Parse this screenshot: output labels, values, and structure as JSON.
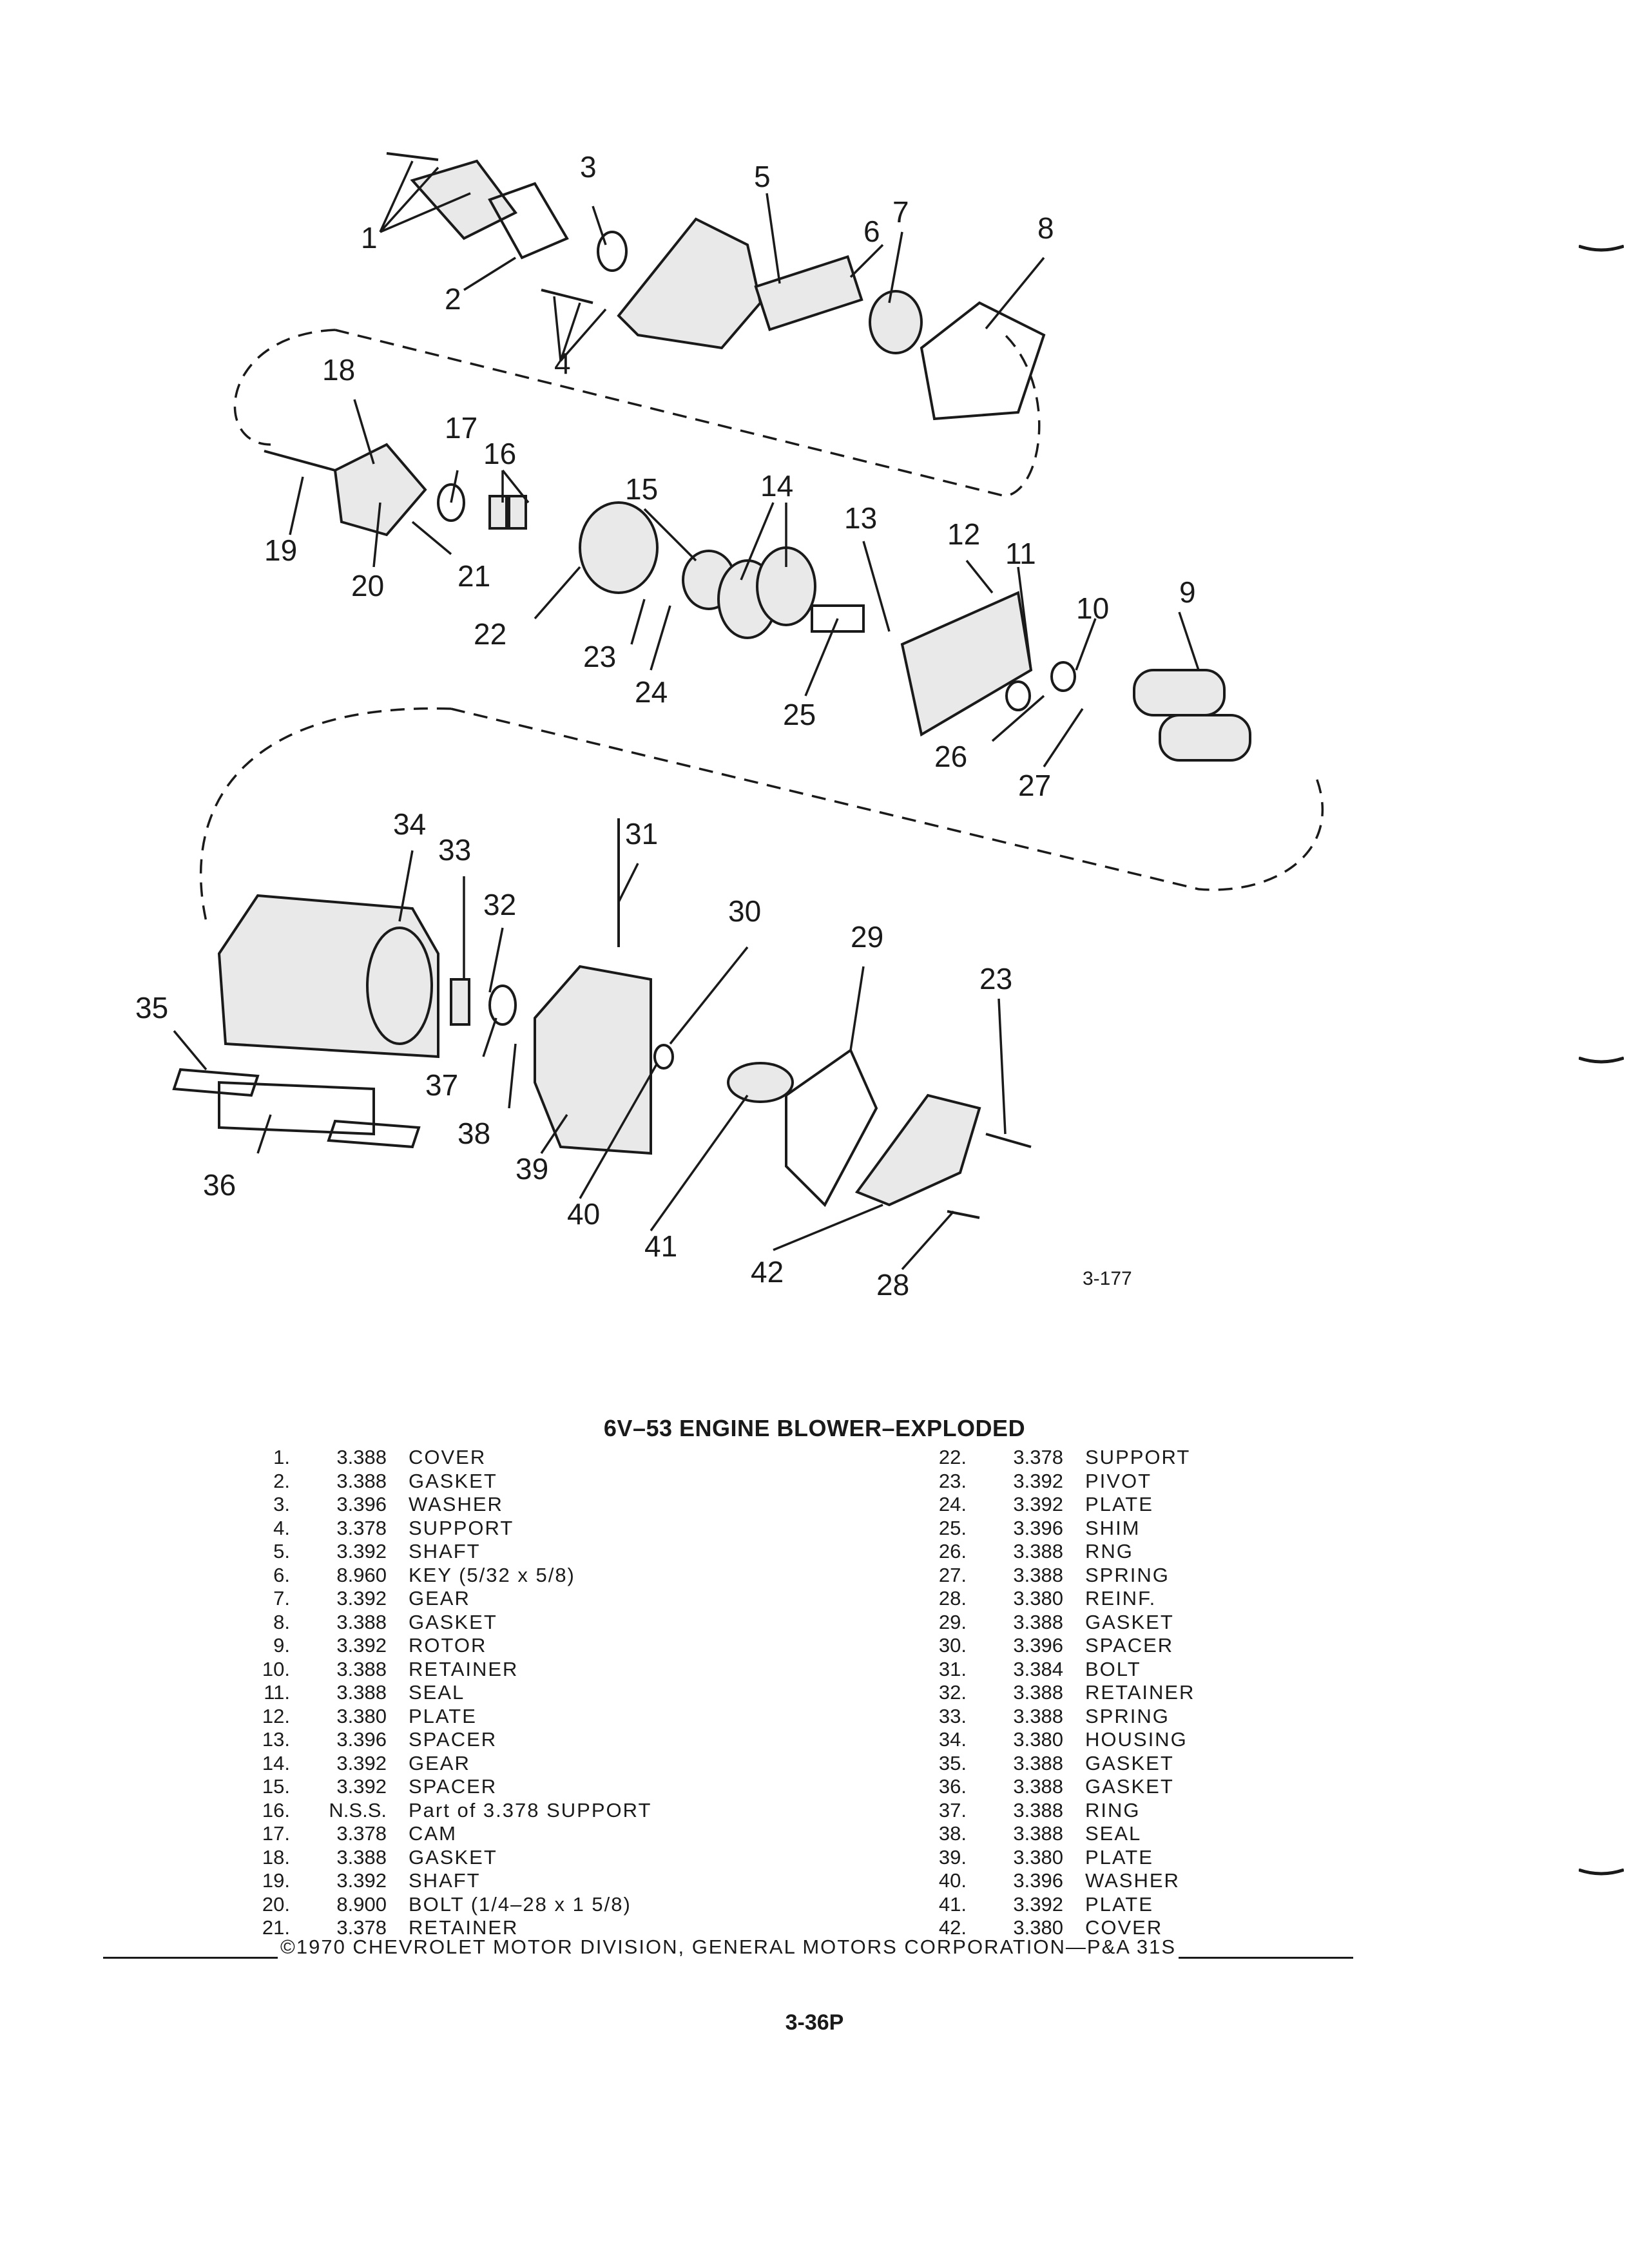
{
  "figure": {
    "reference": "3-177",
    "callouts": [
      "1",
      "2",
      "3",
      "4",
      "5",
      "6",
      "7",
      "8",
      "9",
      "10",
      "11",
      "12",
      "13",
      "14",
      "15",
      "16",
      "17",
      "18",
      "19",
      "20",
      "21",
      "22",
      "23",
      "24",
      "25",
      "26",
      "27",
      "28",
      "29",
      "30",
      "31",
      "32",
      "33",
      "34",
      "35",
      "36",
      "37",
      "38",
      "39",
      "40",
      "41",
      "42",
      "23"
    ]
  },
  "title": "6V–53 ENGINE BLOWER–EXPLODED",
  "parts_left": [
    {
      "num": "1.",
      "ref": "3.388",
      "desc": "COVER"
    },
    {
      "num": "2.",
      "ref": "3.388",
      "desc": "GASKET"
    },
    {
      "num": "3.",
      "ref": "3.396",
      "desc": "WASHER"
    },
    {
      "num": "4.",
      "ref": "3.378",
      "desc": "SUPPORT"
    },
    {
      "num": "5.",
      "ref": "3.392",
      "desc": "SHAFT"
    },
    {
      "num": "6.",
      "ref": "8.960",
      "desc": "KEY (5/32 x 5/8)"
    },
    {
      "num": "7.",
      "ref": "3.392",
      "desc": "GEAR"
    },
    {
      "num": "8.",
      "ref": "3.388",
      "desc": "GASKET"
    },
    {
      "num": "9.",
      "ref": "3.392",
      "desc": "ROTOR"
    },
    {
      "num": "10.",
      "ref": "3.388",
      "desc": "RETAINER"
    },
    {
      "num": "11.",
      "ref": "3.388",
      "desc": "SEAL"
    },
    {
      "num": "12.",
      "ref": "3.380",
      "desc": "PLATE"
    },
    {
      "num": "13.",
      "ref": "3.396",
      "desc": "SPACER"
    },
    {
      "num": "14.",
      "ref": "3.392",
      "desc": "GEAR"
    },
    {
      "num": "15.",
      "ref": "3.392",
      "desc": "SPACER"
    },
    {
      "num": "16.",
      "ref": "N.S.S.",
      "desc": "Part of 3.378 SUPPORT"
    },
    {
      "num": "17.",
      "ref": "3.378",
      "desc": "CAM"
    },
    {
      "num": "18.",
      "ref": "3.388",
      "desc": "GASKET"
    },
    {
      "num": "19.",
      "ref": "3.392",
      "desc": "SHAFT"
    },
    {
      "num": "20.",
      "ref": "8.900",
      "desc": "BOLT (1/4–28 x 1 5/8)"
    },
    {
      "num": "21.",
      "ref": "3.378",
      "desc": "RETAINER"
    }
  ],
  "parts_right": [
    {
      "num": "22.",
      "ref": "3.378",
      "desc": "SUPPORT"
    },
    {
      "num": "23.",
      "ref": "3.392",
      "desc": "PIVOT"
    },
    {
      "num": "24.",
      "ref": "3.392",
      "desc": "PLATE"
    },
    {
      "num": "25.",
      "ref": "3.396",
      "desc": "SHIM"
    },
    {
      "num": "26.",
      "ref": "3.388",
      "desc": "RNG"
    },
    {
      "num": "27.",
      "ref": "3.388",
      "desc": "SPRING"
    },
    {
      "num": "28.",
      "ref": "3.380",
      "desc": "REINF."
    },
    {
      "num": "29.",
      "ref": "3.388",
      "desc": "GASKET"
    },
    {
      "num": "30.",
      "ref": "3.396",
      "desc": "SPACER"
    },
    {
      "num": "31.",
      "ref": "3.384",
      "desc": "BOLT"
    },
    {
      "num": "32.",
      "ref": "3.388",
      "desc": "RETAINER"
    },
    {
      "num": "33.",
      "ref": "3.388",
      "desc": "SPRING"
    },
    {
      "num": "34.",
      "ref": "3.380",
      "desc": "HOUSING"
    },
    {
      "num": "35.",
      "ref": "3.388",
      "desc": "GASKET"
    },
    {
      "num": "36.",
      "ref": "3.388",
      "desc": "GASKET"
    },
    {
      "num": "37.",
      "ref": "3.388",
      "desc": "RING"
    },
    {
      "num": "38.",
      "ref": "3.388",
      "desc": "SEAL"
    },
    {
      "num": "39.",
      "ref": "3.380",
      "desc": "PLATE"
    },
    {
      "num": "40.",
      "ref": "3.396",
      "desc": "WASHER"
    },
    {
      "num": "41.",
      "ref": "3.392",
      "desc": "PLATE"
    },
    {
      "num": "42.",
      "ref": "3.380",
      "desc": "COVER"
    }
  ],
  "footer": "©1970 CHEVROLET MOTOR DIVISION, GENERAL MOTORS CORPORATION—P&A 31S",
  "page_number": "3-36P"
}
